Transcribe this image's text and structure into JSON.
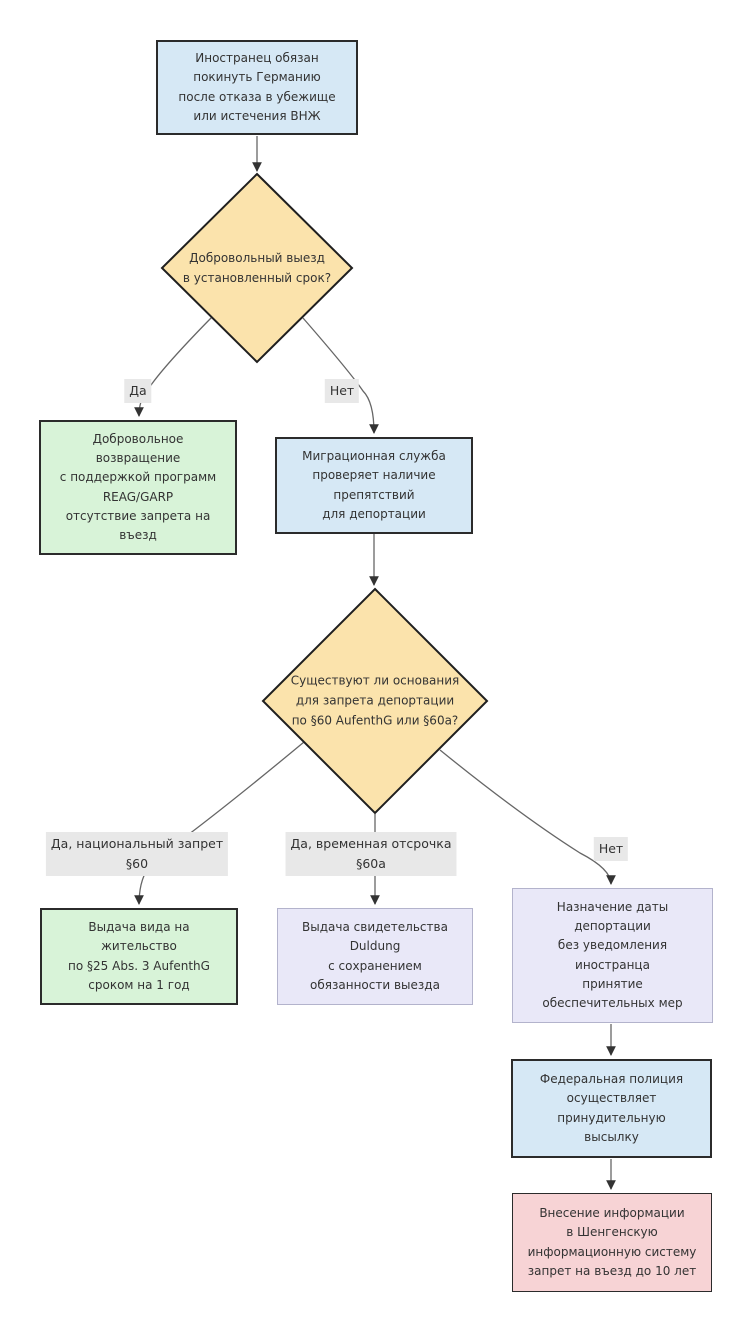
{
  "diagram_type": "flowchart",
  "palette": {
    "background": "#ffffff",
    "process_blue_fill": "#d6e8f5",
    "process_blue_border": "#2b2b2b",
    "decision_fill": "#fbe3ac",
    "decision_border": "#1f1f1f",
    "outcome_green_fill": "#d8f3d8",
    "outcome_green_border": "#2b2b2b",
    "status_lavender_fill": "#e9e8f8",
    "status_lavender_border": "#b3b3cc",
    "alert_pink_fill": "#f7d3d5",
    "alert_pink_border": "#2b2b2b",
    "edge_line": "#666666",
    "edge_label_bg": "#e8e8e8",
    "text": "#333333"
  },
  "nodes": {
    "start": {
      "shape": "rect",
      "color": "blue",
      "text": "Иностранец обязан\nпокинуть Германию\nпосле отказа в убежище\nили истечения ВНЖ"
    },
    "decision_voluntary": {
      "shape": "diamond",
      "color": "orange",
      "text": "Добровольный выезд\nв установленный срок?"
    },
    "voluntary_return": {
      "shape": "rect",
      "color": "green",
      "text": "Добровольное\nвозвращение\nс поддержкой программ\nREAG/GARP\nотсутствие запрета на\nвъезд"
    },
    "migration_check": {
      "shape": "rect",
      "color": "blue",
      "text": "Миграционная служба\nпроверяет наличие\nпрепятствий\nдля депортации"
    },
    "decision_grounds": {
      "shape": "diamond",
      "color": "orange",
      "text": "Существуют ли основания\nдля запрета депортации\nпо §60 AufenthG или §60a?"
    },
    "residence_permit": {
      "shape": "rect",
      "color": "green",
      "text": "Выдача вида на\nжительство\nпо §25 Abs. 3 AufenthG\nсроком на 1 год"
    },
    "duldung": {
      "shape": "rect",
      "color": "lavender",
      "text": "Выдача свидетельства\nDuldung\nс сохранением\nобязанности выезда"
    },
    "deportation_date": {
      "shape": "rect",
      "color": "lavender",
      "text": "Назначение даты\nдепортации\nбез уведомления\nиностранца\nпринятие\nобеспечительных мер"
    },
    "federal_police": {
      "shape": "rect",
      "color": "blue",
      "text": "Федеральная полиция\nосуществляет\nпринудительную\nвысылку"
    },
    "sis_entry": {
      "shape": "rect",
      "color": "pink",
      "text": "Внесение информации\nв Шенгенскую\nинформационную систему\nзапрет на въезд до 10 лет"
    }
  },
  "edges": [
    {
      "from": "start",
      "to": "decision_voluntary",
      "label": ""
    },
    {
      "from": "decision_voluntary",
      "to": "voluntary_return",
      "label": "Да"
    },
    {
      "from": "decision_voluntary",
      "to": "migration_check",
      "label": "Нет"
    },
    {
      "from": "migration_check",
      "to": "decision_grounds",
      "label": ""
    },
    {
      "from": "decision_grounds",
      "to": "residence_permit",
      "label": "Да, национальный запрет\n§60"
    },
    {
      "from": "decision_grounds",
      "to": "duldung",
      "label": "Да, временная отсрочка\n§60a"
    },
    {
      "from": "decision_grounds",
      "to": "deportation_date",
      "label": "Нет"
    },
    {
      "from": "deportation_date",
      "to": "federal_police",
      "label": ""
    },
    {
      "from": "federal_police",
      "to": "sis_entry",
      "label": ""
    }
  ]
}
